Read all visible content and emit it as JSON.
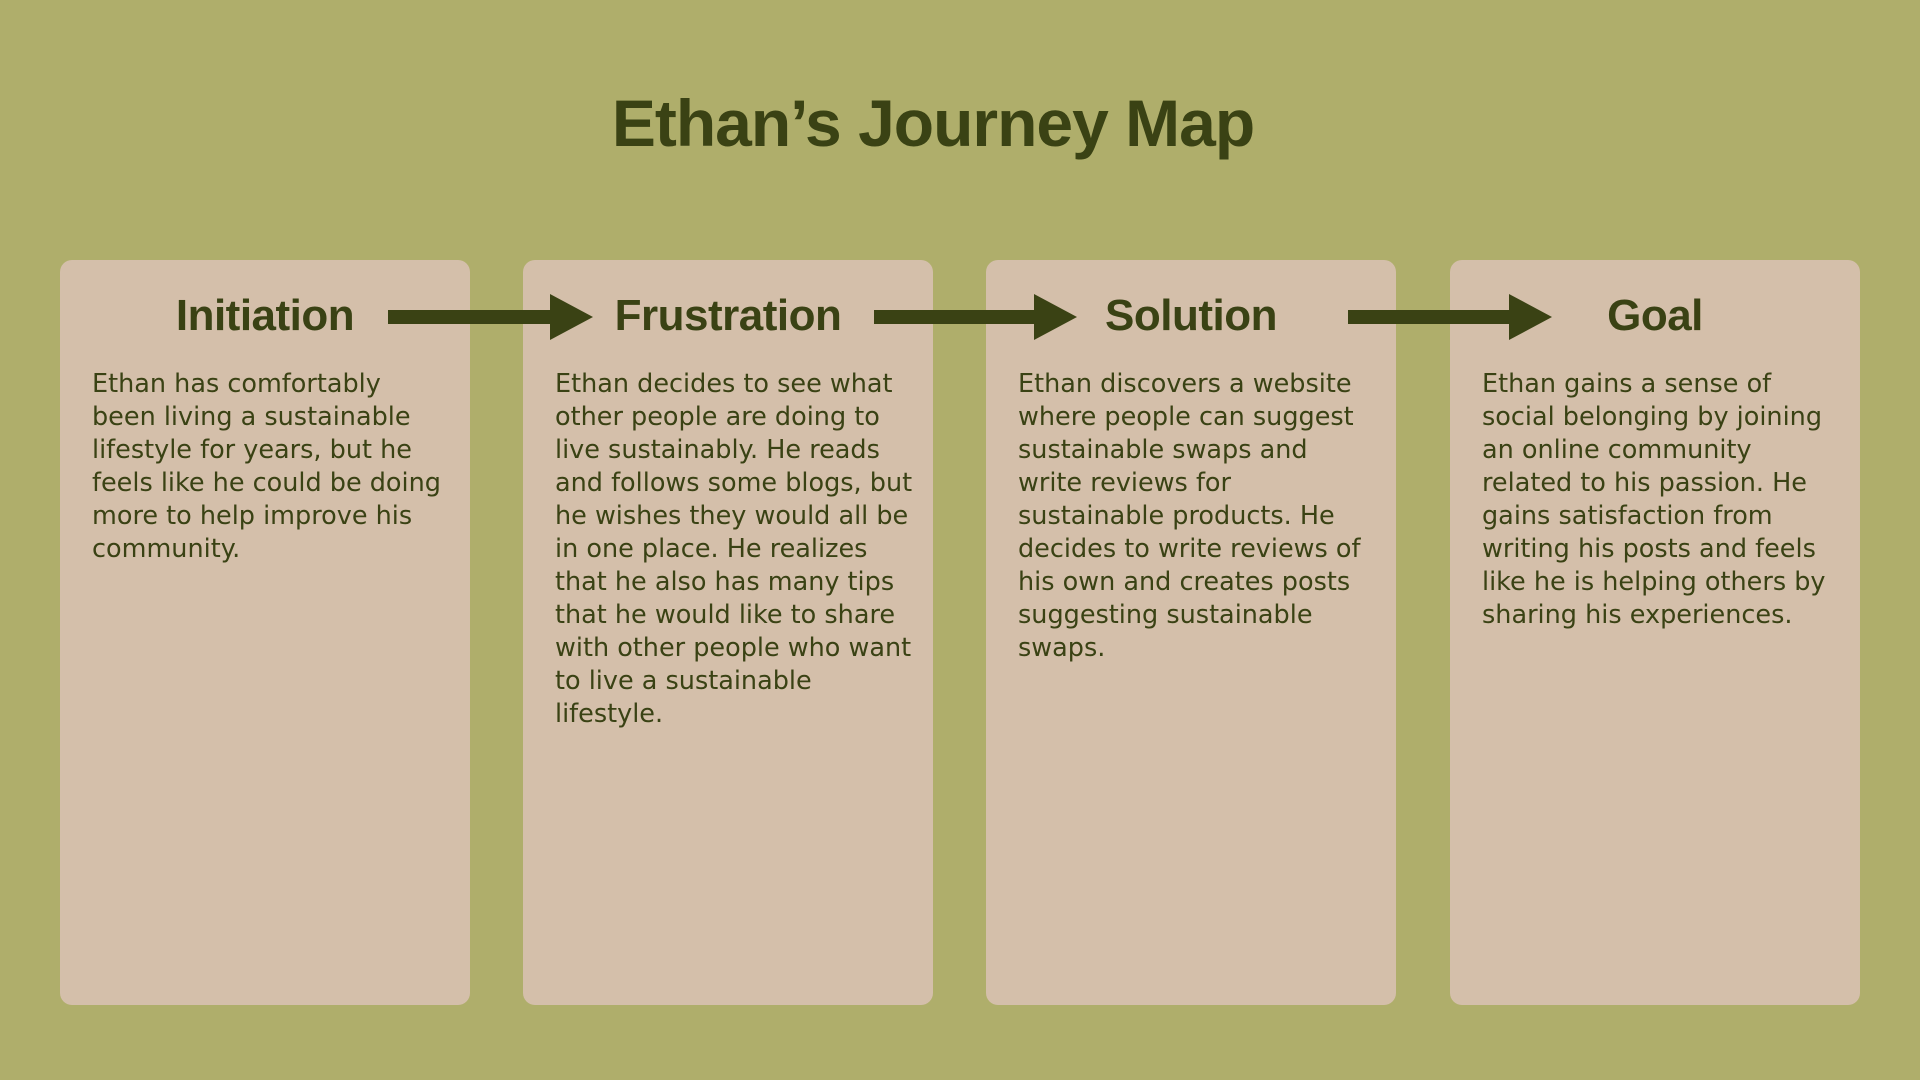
{
  "colors": {
    "background": "#AFAE6B",
    "card": "#D4BFAA",
    "text": "#3A4214"
  },
  "title": "Ethan’s Journey Map",
  "arrow_icon": "right-arrow-icon",
  "stages": [
    {
      "title": "Initiation",
      "body": "Ethan has comfortably been living a sustainable lifestyle for years, but he feels like he could be doing more to help improve his community."
    },
    {
      "title": "Frustration",
      "body": "Ethan decides to see what other people are doing to live sustainably. He reads and follows some blogs, but he wishes they would all be in one place. He realizes that he also has many tips that he would like to share with other people who want to live a sustainable lifestyle."
    },
    {
      "title": "Solution",
      "body": "Ethan discovers a website where people can suggest sustainable swaps and write reviews for sustainable products. He decides to write reviews of his own and creates posts suggesting sustainable swaps."
    },
    {
      "title": "Goal",
      "body": "Ethan gains a sense of social belonging by joining an online community related to his passion. He gains satisfaction from writing his posts and feels like he is helping others by sharing his experiences."
    }
  ]
}
